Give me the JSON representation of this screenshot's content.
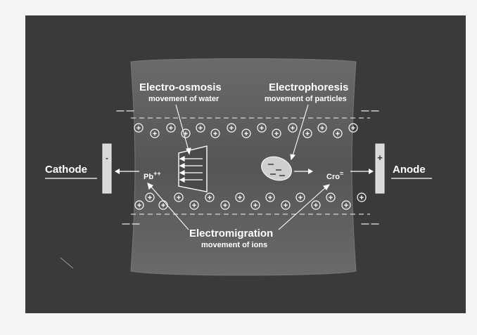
{
  "labels": {
    "electro_osmosis": "Electro-osmosis",
    "electro_osmosis_sub": "movement of water",
    "electrophoresis": "Electrophoresis",
    "electrophoresis_sub": "movement of particles",
    "cathode": "Cathode",
    "anode": "Anode",
    "electromigration": "Electromigration",
    "electromigration_sub": "movement of ions",
    "pb_ion": "Pb",
    "pb_charge": "++",
    "cro_ion": "Cro",
    "cro_charge": "=",
    "cathode_sign": "-",
    "anode_sign": "+",
    "plus_symbol": "+",
    "minus_symbol": "−",
    "neg_charge": "— —"
  },
  "colors": {
    "background": "#f4f4f4",
    "photo_dark": "#3a3a3a",
    "channel": "#555555",
    "text": "#ffffff"
  }
}
